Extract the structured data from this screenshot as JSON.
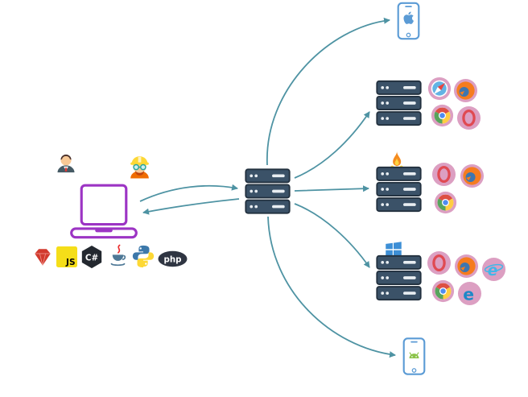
{
  "colors": {
    "arrow": "#4e93a3",
    "laptop": "#9c34c4",
    "server": "#3b5268",
    "server_stroke": "#22303e",
    "badge": "#dc9fc2",
    "opera_red": "#e04a52",
    "chrome_red": "#dd4f43",
    "chrome_yellow": "#ffcd42",
    "chrome_green": "#57a45c",
    "chrome_blue": "#4e8cf0",
    "firefox_orange": "#f57c1f",
    "firefox_blue": "#3e76b0",
    "safari_blue": "#63b3e4",
    "needle_red": "#e8433f",
    "ie_blue": "#41b6e8",
    "edge_blue": "#1e88c7",
    "phone_blue": "#5b9bd5",
    "apple_blue": "#5b9bd5",
    "android_green": "#8bc34a",
    "windows_blue": "#3d8fd6",
    "flame_orange": "#f58b1f",
    "flame_yellow": "#fdd440",
    "ruby_red": "#d23a2e",
    "js_yellow": "#f5de19",
    "java_blue": "#4e7896",
    "java_red": "#ea2d2e",
    "python_blue": "#3c78aa",
    "python_yellow": "#fdd835",
    "php_bg": "#2f3542",
    "csharp_bg": "#23282f",
    "skin": "#f8c996",
    "hair": "#4e342e",
    "suit": "#455a64",
    "tie": "#e53935",
    "helmet": "#fdd835",
    "goggle": "#26a69a",
    "beard": "#c1440e",
    "shirt": "#ef6c00"
  },
  "glyphs": {
    "javascript": "JS",
    "csharp": "C#",
    "php": "php",
    "ie": "e",
    "edge": "e"
  },
  "client": {
    "icons": [
      "developer-avatar",
      "engineer-avatar",
      "laptop"
    ],
    "languages": [
      "ruby",
      "javascript",
      "csharp",
      "java",
      "python",
      "php"
    ]
  },
  "hub": {
    "icon": "server-stack"
  },
  "nodes": [
    {
      "id": "iphone-node",
      "icons": [
        "iphone"
      ]
    },
    {
      "id": "browser-node-mac",
      "icons": [
        "server-stack",
        "safari",
        "firefox",
        "chrome",
        "opera"
      ]
    },
    {
      "id": "browser-node-flame",
      "icons": [
        "flame",
        "server-stack",
        "opera",
        "firefox",
        "chrome"
      ]
    },
    {
      "id": "browser-node-windows",
      "icons": [
        "windows",
        "server-stack",
        "opera",
        "firefox",
        "ie",
        "chrome",
        "edge"
      ]
    },
    {
      "id": "android-node",
      "icons": [
        "android-phone"
      ]
    }
  ],
  "connections": [
    {
      "from": "laptop",
      "to": "hub"
    },
    {
      "from": "hub",
      "to": "laptop"
    },
    {
      "from": "hub",
      "to": "iphone-node"
    },
    {
      "from": "hub",
      "to": "browser-node-mac"
    },
    {
      "from": "hub",
      "to": "browser-node-flame"
    },
    {
      "from": "hub",
      "to": "browser-node-windows"
    },
    {
      "from": "hub",
      "to": "android-node"
    }
  ]
}
